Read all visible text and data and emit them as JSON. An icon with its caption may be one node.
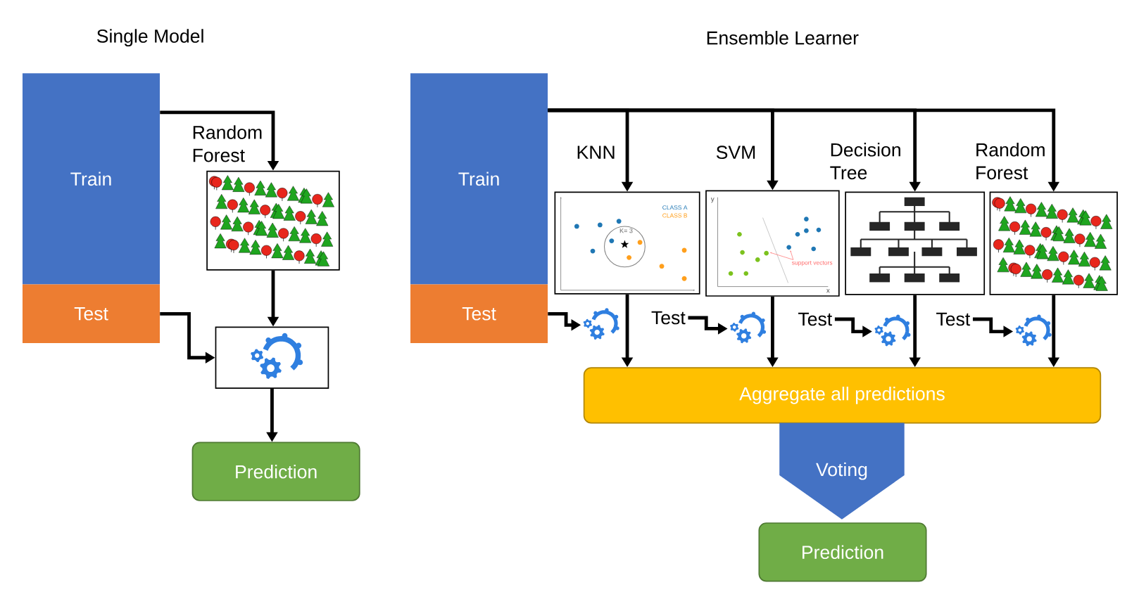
{
  "diagram": {
    "nodes": [
      {
        "text": [
          "Train"
        ]
      },
      {
        "text": [
          "Test"
        ]
      },
      {
        "text": [
          "Random Forest"
        ]
      },
      {
        "text": [],
        "shape": "box"
      },
      {
        "text": [
          "Prediction"
        ]
      },
      {
        "text": [
          "Train"
        ]
      },
      {
        "text": [
          "Test"
        ]
      },
      {
        "text": [
          "KNN"
        ]
      },
      {
        "text": [
          "SVM"
        ]
      },
      {
        "text": [
          "Decision Tree"
        ]
      },
      {
        "text": [
          "Random Forest"
        ]
      },
      {
        "text": [],
        "shape": "picture"
      },
      {
        "text": [
          "Test"
        ]
      },
      {
        "text": [],
        "shape": "picture"
      },
      {
        "text": [
          "Test"
        ]
      },
      {
        "text": [],
        "shape": "picture"
      },
      {
        "text": [
          "Test"
        ]
      },
      {
        "text": [],
        "shape": "picture"
      },
      {
        "text": [
          "Aggregate all predictions"
        ]
      },
      {
        "text": [
          "Voting"
        ]
      },
      {
        "text": [
          "Prediction"
        ]
      }
    ],
    "edges": [
      {
        "from": 0,
        "to": 2,
        "arrow": "to"
      },
      {
        "from": 2,
        "to": 3,
        "arrow": "to"
      },
      {
        "from": 1,
        "to": 3,
        "arrow": "to"
      },
      {
        "from": 3,
        "to": 4,
        "arrow": "to"
      },
      {
        "from": 5,
        "to": 7,
        "arrow": "to"
      },
      {
        "from": 5,
        "to": 8,
        "arrow": "to"
      },
      {
        "from": 5,
        "to": 9,
        "arrow": "to"
      },
      {
        "from": 5,
        "to": 10,
        "arrow": "to"
      },
      {
        "from": 6,
        "to": 11,
        "arrow": "to"
      },
      {
        "from": 12,
        "to": 13,
        "arrow": "to"
      },
      {
        "from": 14,
        "to": 15,
        "arrow": "to"
      },
      {
        "from": 16,
        "to": 17,
        "arrow": "to"
      },
      {
        "from": 7,
        "to": 18,
        "arrow": "to"
      },
      {
        "from": 8,
        "to": 18,
        "arrow": "to"
      },
      {
        "from": 9,
        "to": 18,
        "arrow": "to"
      },
      {
        "from": 10,
        "to": 18,
        "arrow": "to"
      }
    ],
    "labels": [
      "Single Model",
      "Ensemble Learner",
      "CLASS A",
      "CLASS B",
      "K= 3",
      "y",
      "support vectors",
      "x"
    ]
  }
}
